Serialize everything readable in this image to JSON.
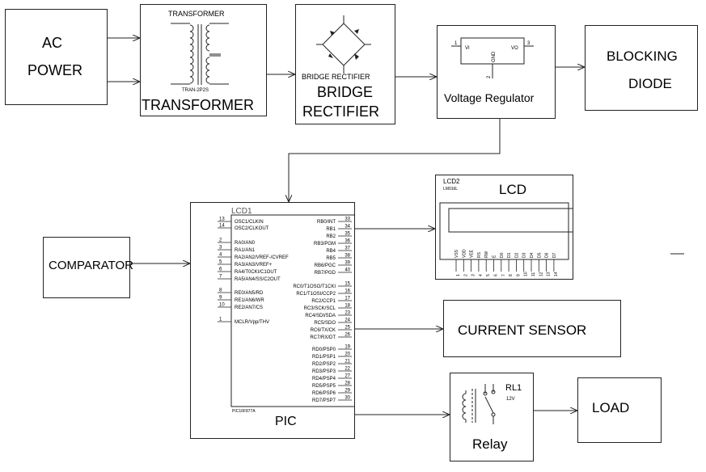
{
  "blocks": {
    "ac_power": {
      "line1": "AC",
      "line2": "POWER"
    },
    "transformer": {
      "small_title": "TRANSFORMER",
      "part": "TRAN-2P2S",
      "label": "TRANSFORMER"
    },
    "bridge": {
      "small_title": "BRIDGE RECTIFIER",
      "line1": "BRIDGE",
      "line2": "RECTIFIER"
    },
    "regulator": {
      "label": "Voltage Regulator",
      "pin_in": "1",
      "pin_out": "3",
      "pin_gnd": "2",
      "vi": "VI",
      "vo": "VO",
      "gnd": "GND"
    },
    "blocking": {
      "line1": "BLOCKING",
      "line2": "DIODE"
    },
    "comparator": {
      "label": "COMPARATOR"
    },
    "pic": {
      "ref": "LCD1",
      "part": "PIC16F877A",
      "label": "PIC"
    },
    "lcd": {
      "ref": "LCD2",
      "part": "LM016L",
      "label": "LCD",
      "pins": [
        "VSS",
        "VDD",
        "VEE",
        "RS",
        "RW",
        "E",
        "D0",
        "D1",
        "D2",
        "D3",
        "D4",
        "D5",
        "D6",
        "D7"
      ],
      "pin_nums": [
        "1",
        "2",
        "3",
        "4",
        "5",
        "6",
        "7",
        "8",
        "9",
        "10",
        "11",
        "12",
        "13",
        "14"
      ]
    },
    "current_sensor": {
      "label": "CURRENT SENSOR"
    },
    "relay": {
      "ref": "RL1",
      "rating": "12V",
      "label": "Relay"
    },
    "load": {
      "label": "LOAD"
    }
  },
  "pic_left_pins": [
    {
      "num": "13",
      "name": "OSC1/CLKIN"
    },
    {
      "num": "14",
      "name": "OSC2/CLKOUT"
    },
    {
      "num": "2",
      "name": "RA0/AN0"
    },
    {
      "num": "3",
      "name": "RA1/AN1"
    },
    {
      "num": "4",
      "name": "RA2/AN2/VREF-/CVREF"
    },
    {
      "num": "5",
      "name": "RA3/AN3/VREF+"
    },
    {
      "num": "6",
      "name": "RA4/T0CKI/C1OUT"
    },
    {
      "num": "7",
      "name": "RA5/AN4/SS/C2OUT"
    },
    {
      "num": "8",
      "name": "RE0/AN5/RD"
    },
    {
      "num": "9",
      "name": "RE1/AN6/WR"
    },
    {
      "num": "10",
      "name": "RE2/AN7/CS"
    },
    {
      "num": "1",
      "name": "MCLR/Vpp/THV"
    }
  ],
  "pic_right_pins": [
    {
      "num": "33",
      "name": "RB0/INT"
    },
    {
      "num": "34",
      "name": "RB1"
    },
    {
      "num": "35",
      "name": "RB2"
    },
    {
      "num": "36",
      "name": "RB3/PGM"
    },
    {
      "num": "37",
      "name": "RB4"
    },
    {
      "num": "38",
      "name": "RB5"
    },
    {
      "num": "39",
      "name": "RB6/PGC"
    },
    {
      "num": "40",
      "name": "RB7/PGD"
    },
    {
      "num": "15",
      "name": "RC0/T1OSO/T1CKI"
    },
    {
      "num": "16",
      "name": "RC1/T1OSI/CCP2"
    },
    {
      "num": "17",
      "name": "RC2/CCP1"
    },
    {
      "num": "18",
      "name": "RC3/SCK/SCL"
    },
    {
      "num": "23",
      "name": "RC4/SDI/SDA"
    },
    {
      "num": "24",
      "name": "RC5/SDO"
    },
    {
      "num": "25",
      "name": "RC6/TX/CK"
    },
    {
      "num": "26",
      "name": "RC7/RX/DT"
    },
    {
      "num": "19",
      "name": "RD0/PSP0"
    },
    {
      "num": "20",
      "name": "RD1/PSP1"
    },
    {
      "num": "21",
      "name": "RD2/PSP2"
    },
    {
      "num": "22",
      "name": "RD3/PSP3"
    },
    {
      "num": "27",
      "name": "RD4/PSP4"
    },
    {
      "num": "28",
      "name": "RD5/PSP5"
    },
    {
      "num": "29",
      "name": "RD6/PSP6"
    },
    {
      "num": "30",
      "name": "RD7/PSP7"
    }
  ]
}
